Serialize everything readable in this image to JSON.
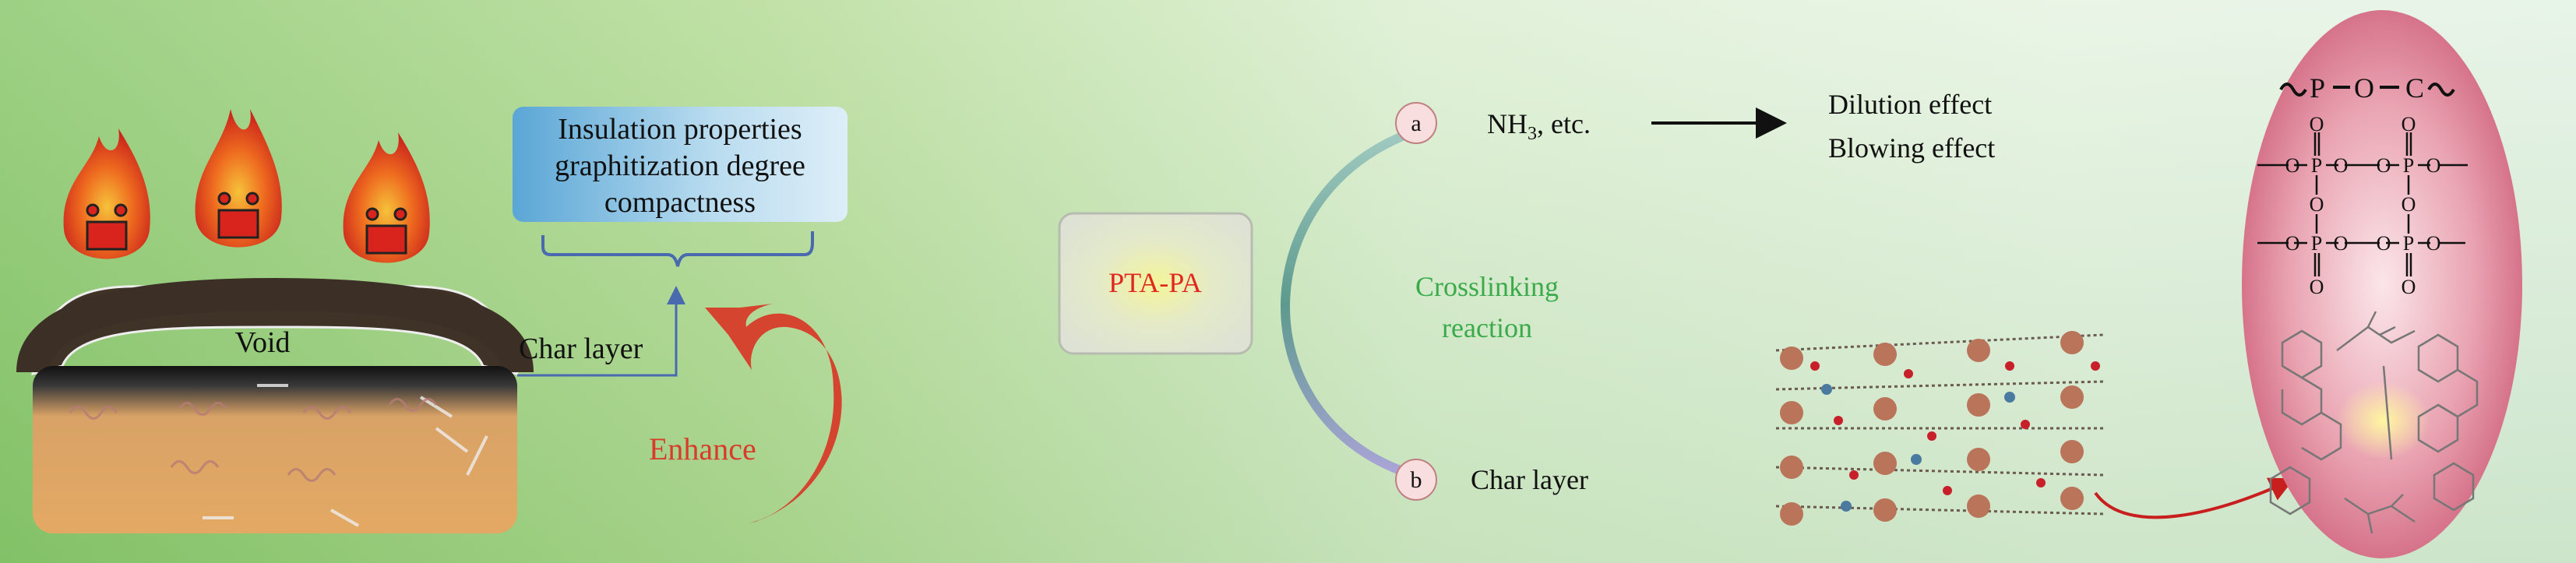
{
  "left_panel": {
    "void_label": "Void",
    "char_layer_label": "Char layer",
    "info_box": [
      "Insulation properties",
      "graphitization degree",
      "compactness"
    ],
    "enhance_label": "Enhance"
  },
  "center_panel": {
    "compound_label": "PTA-PA",
    "crosslinking_label": [
      "Crosslinking",
      "reaction"
    ],
    "path_a": {
      "marker": "a",
      "product": "NH",
      "product_sub": "3",
      "product_suffix": ", etc."
    },
    "path_b": {
      "marker": "b",
      "product": "Char layer"
    },
    "effects": [
      "Dilution effect",
      "Blowing effect"
    ]
  },
  "right_panel": {
    "bond_top": {
      "p": "P",
      "o": "O",
      "c": "C"
    },
    "atoms": {
      "o": "O",
      "p": "P"
    }
  },
  "colors": {
    "background": "#a8d48a",
    "enhance": "#d93a2a",
    "crosslinking": "#3aaa4a",
    "compound": "#e0281e",
    "ellipse": "#d9718a"
  }
}
